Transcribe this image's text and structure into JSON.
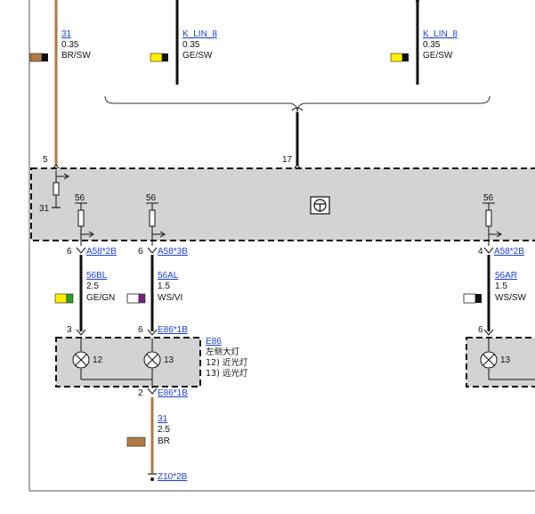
{
  "colors": {
    "brown": "#b07a45",
    "black": "#111111",
    "yellow": "#ffee00",
    "green": "#2e9e2e",
    "violet": "#7a1e80",
    "module_fill": "#d3d3d3",
    "link": "#1a3fd6"
  },
  "wires": {
    "w31_top": {
      "num": "31",
      "size": "0.35",
      "color": "BR/SW"
    },
    "klin_left": {
      "num": "K_LIN_8",
      "size": "0.35",
      "color": "GE/SW"
    },
    "klin_right": {
      "num": "K_LIN_8",
      "size": "0.35",
      "color": "GE/SW"
    },
    "w56bl": {
      "num": "56BL",
      "size": "2.5",
      "color": "GE/GN"
    },
    "w56al": {
      "num": "56AL",
      "size": "1.5",
      "color": "WS/VI"
    },
    "w56ar": {
      "num": "56AR",
      "size": "1.5",
      "color": "WS/SW"
    },
    "w31_bottom": {
      "num": "31",
      "size": "2.5",
      "color": "BR"
    }
  },
  "module": {
    "pin_31": "5",
    "pin_17": "17",
    "gnd_label": "31",
    "switch_a_label": "56",
    "switch_b_label": "56",
    "switch_c_label": "56",
    "icon": "steering-wheel-icon"
  },
  "connectors": {
    "a58_2b_left": {
      "pin": "6",
      "label": "A58*2B"
    },
    "a58_3b": {
      "pin": "6",
      "label": "A58*3B"
    },
    "a58_2b_right": {
      "pin": "4",
      "label": "A58*2B"
    },
    "e86_1b_top_left": {
      "pin": "3"
    },
    "e86_1b_top": {
      "pin": "6",
      "label": "E86*1B"
    },
    "e86_1b_right": {
      "pin": "6"
    },
    "e86_1b_bottom": {
      "pin": "2",
      "label": "E86*1B"
    },
    "z10_2b": {
      "label": "Z10*2B"
    }
  },
  "lamp": {
    "id": "E86",
    "name": "左侧大灯",
    "line1": "12) 近光灯",
    "line2": "13) 远光灯",
    "pin_12": "12",
    "pin_13": "13",
    "right_pin_13": "13"
  }
}
